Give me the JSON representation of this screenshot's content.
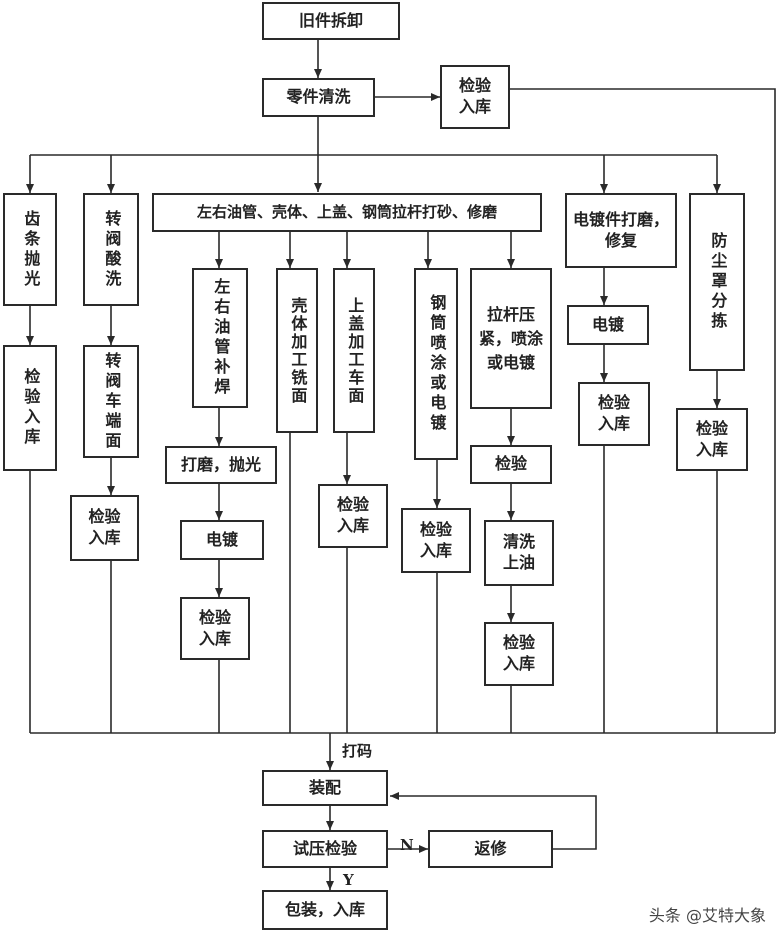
{
  "nodes": {
    "disassemble": "旧件拆卸",
    "clean": "零件清洗",
    "inspect_top": "检验\n入库",
    "rack_polish": "齿条抛光",
    "valve_pickle": "转阀酸洗",
    "sand_bar": "左右油管、壳体、上盖、钢筒拉杆打砂、修磨",
    "plated_grind": "电镀件打磨，修复",
    "dust_sort": "防尘罩分拣",
    "rack_inspect": "检验入库",
    "valve_turn": "转阀车端面",
    "oilpipe_weld": "左右油管补焊",
    "housing_mill": "壳体加工铣面",
    "cover_turn": "上盖加工车面",
    "cylinder_spray": "钢筒喷涂或电镀",
    "rod_press": "拉杆压紧，喷涂或电镀",
    "plating": "电镀",
    "dust_inspect": "检验\n入库",
    "plated_inspect": "检验\n入库",
    "valve_inspect": "检验\n入库",
    "grind_polish": "打磨，抛光",
    "cover_inspect": "检验\n入库",
    "cylinder_inspect": "检验\n入库",
    "rod_check": "检验",
    "oil_plating": "电镀",
    "rod_clean_oil": "清洗\n上油",
    "oil_inspect": "检验\n入库",
    "rod_inspect": "检验\n入库",
    "assemble": "装配",
    "pressure_test": "试压检验",
    "repair": "返修",
    "pack": "包装，入库"
  },
  "labels": {
    "code": "打码",
    "no": "N",
    "yes": "Y"
  },
  "watermark": "头条 @艾特大象"
}
